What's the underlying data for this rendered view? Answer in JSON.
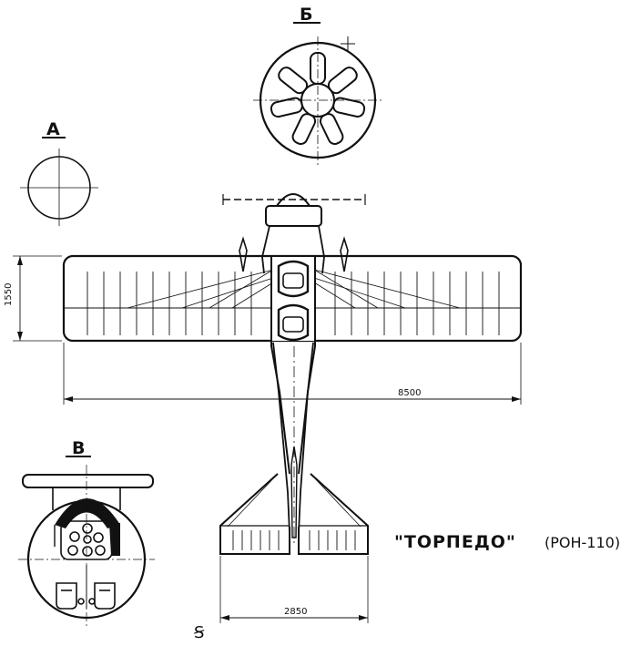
{
  "views": {
    "a_label": "А",
    "b_label": "Б",
    "v_label": "В"
  },
  "dimensions": {
    "span": "8500",
    "chord": "1550",
    "tailplane_span": "2850"
  },
  "title": {
    "name": "\"ТОРПЕДО\"",
    "engine": "(РОН-110)"
  },
  "corner_mark": "Ꞩ"
}
